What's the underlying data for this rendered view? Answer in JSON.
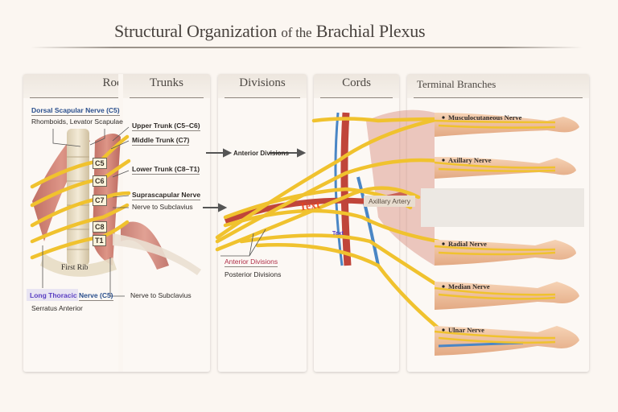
{
  "title": {
    "main": "Structural Organization",
    "connector": "of the",
    "end": "Brachial Plexus"
  },
  "panels": {
    "roots": "Roots",
    "trunks": "Trunks",
    "divisions": "Divisions",
    "cords": "Cords",
    "terminal": "Terminal Branches"
  },
  "roots": {
    "dorsal_scapular": "Dorsal Scapular Nerve (C5)",
    "dorsal_scapular_targets": "Rhomboids, Levator Scapulae",
    "levels": [
      "C5",
      "C6",
      "C7",
      "C8",
      "T1"
    ],
    "first_rib": "First Rib",
    "long_thoracic_a": "Long Thoracic",
    "long_thoracic_b": "Nerve (C5)",
    "long_thoracic_target": "Serratus Anterior",
    "nerve_subclavius_bottom": "Nerve to Subclavius"
  },
  "trunks": {
    "upper": "Upper Trunk (C5–C6)",
    "middle": "Middle Trunk (C7)",
    "lower": "Lower Trunk (C8–T1)",
    "suprascapular": "Suprascapular Nerve",
    "subclavius": "Nerve to Subclavius"
  },
  "divisions": {
    "arrow_label": "Anterior Divisions",
    "anterior": "Anterior Divisions",
    "posterior": "Posterior Divisions"
  },
  "cords": {
    "axillary_artery": "Axillary Artery",
    "overlay_red": "Text",
    "overlay_purple": "Text"
  },
  "terminal": {
    "branches": [
      "Musculocutaneous Nerve",
      "Axillary Nerve",
      "Radial Nerve",
      "Median Nerve",
      "Ulnar Nerve"
    ]
  },
  "colors": {
    "nerve": "#f2c531",
    "artery": "#c0453a",
    "vein": "#4a86c5",
    "muscle": "#c7685a",
    "skin": "#f0c4a2",
    "background": "#fbf6f1"
  }
}
